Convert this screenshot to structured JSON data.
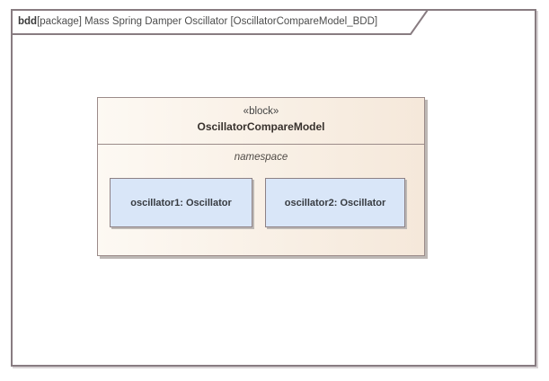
{
  "frame": {
    "tab": {
      "keyword": "bdd",
      "title": "[package] Mass Spring Damper Oscillator [OscillatorCompareModel_BDD]"
    }
  },
  "block": {
    "stereotype": "«block»",
    "name": "OscillatorCompareModel",
    "compartment_label": "namespace",
    "parts": [
      {
        "label": "oscillator1: Oscillator"
      },
      {
        "label": "oscillator2: Oscillator"
      }
    ]
  },
  "colors": {
    "frame_border": "#887c81",
    "frame_outer_edge": "#d8d3d5",
    "tab_fill": "#ffffff",
    "tab_keyword_text": "#3a3a3a",
    "tab_text": "#4d4d4d",
    "block_fill_left": "#fdf9f3",
    "block_fill_right": "#f5e8da",
    "block_border": "#9b8b89",
    "block_name_text": "#38322e",
    "stereotype_text": "#444444",
    "compartment_text": "#4f4a46",
    "part_fill": "#d9e6f8",
    "part_border": "#8d8185",
    "part_text": "#373b41",
    "shadow": "#bdb8b5"
  }
}
